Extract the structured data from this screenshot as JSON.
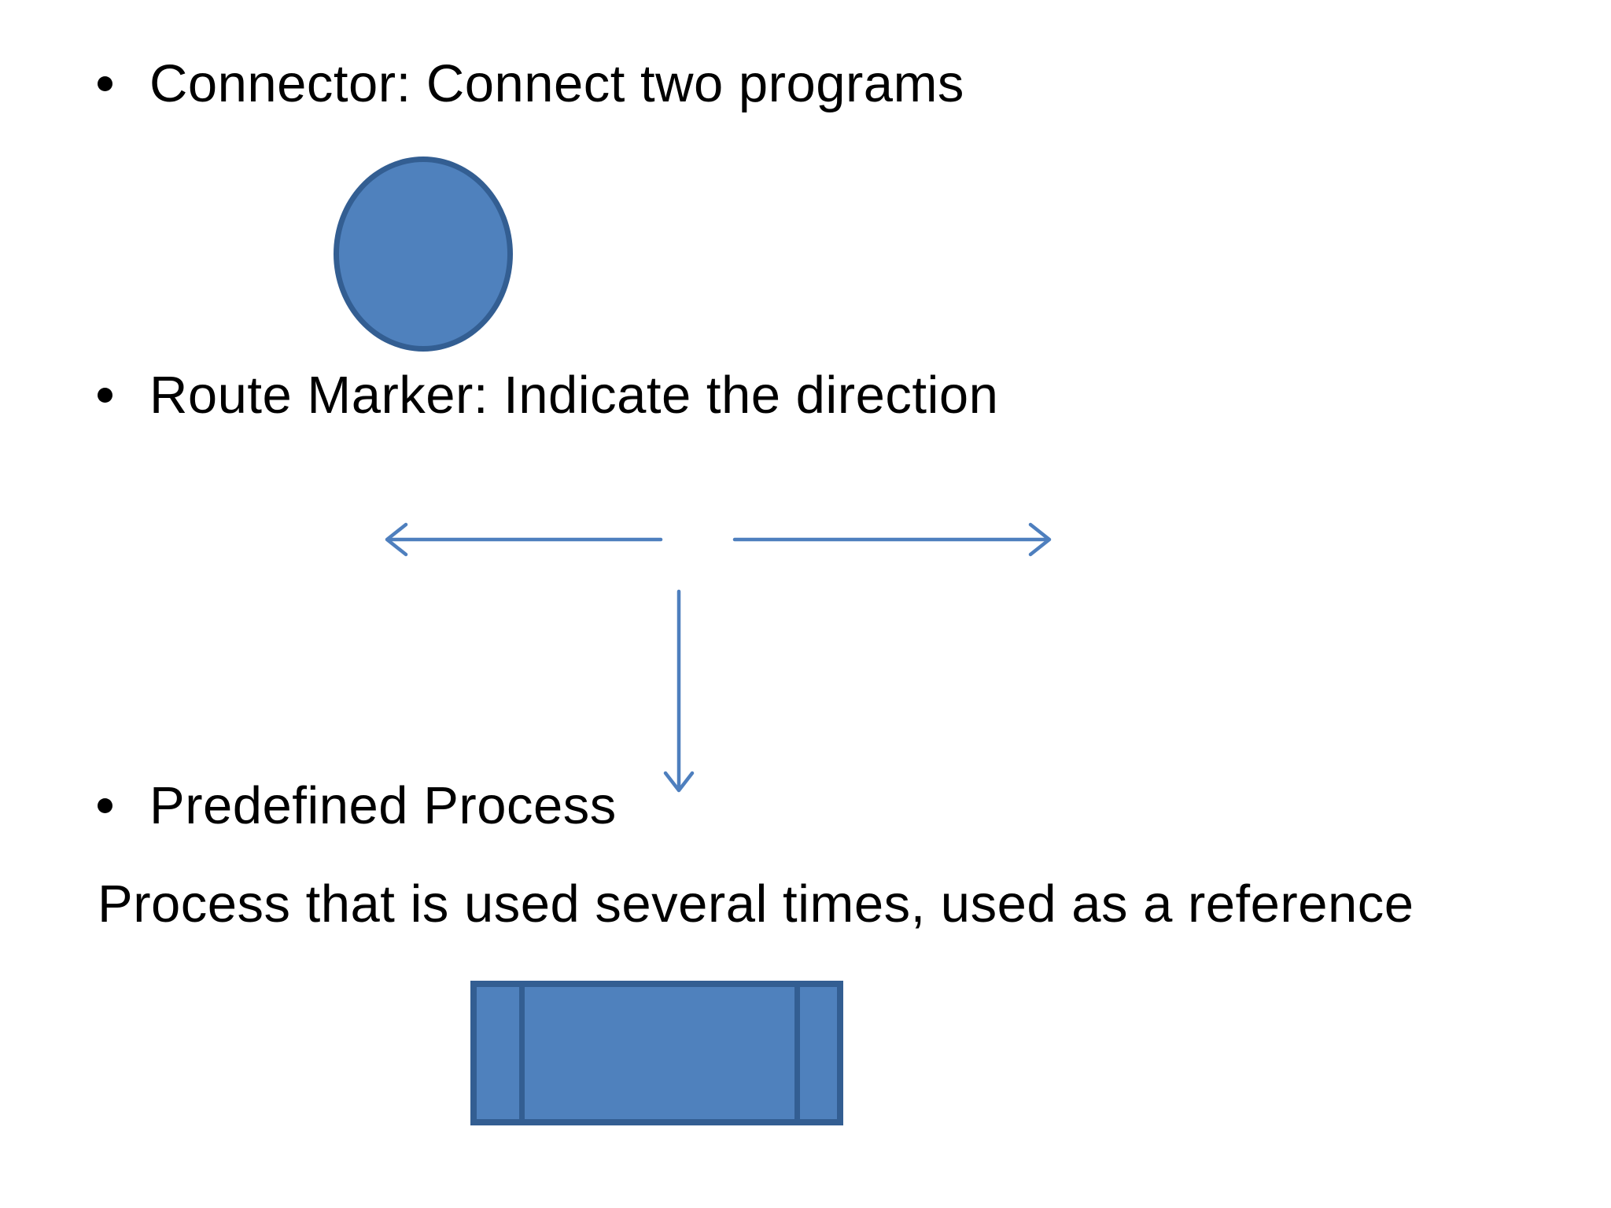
{
  "slide": {
    "colors": {
      "background": "#FFFFFF",
      "text": "#000000",
      "shape_fill": "#4F81BD",
      "shape_border": "#335E92",
      "arrow": "#4E7FBE"
    },
    "bullets": [
      {
        "label": "Connector: Connect two programs"
      },
      {
        "label": "Route Marker: Indicate the direction"
      },
      {
        "label": "Predefined Process"
      }
    ],
    "paragraph": "Process that is used several times, used as a reference"
  }
}
